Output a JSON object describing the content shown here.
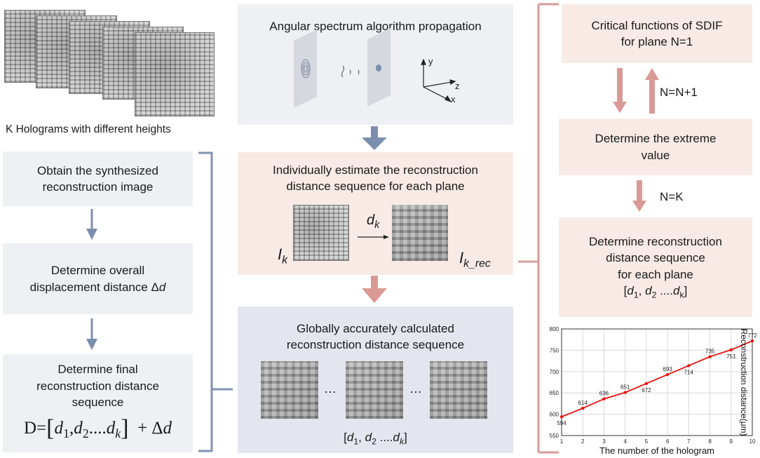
{
  "colors": {
    "blue_arrow": "#7b8fad",
    "pink_arrow": "#d99a96",
    "bracket_blue": "#7f93b2",
    "bracket_pink": "#d99a96",
    "red_line": "#e8120c"
  },
  "left": {
    "caption": "K Holograms with different heights",
    "box1": {
      "line1": "Obtain the synthesized",
      "line2": "reconstruction image"
    },
    "box2": {
      "line1": "Determine overall",
      "line2": "displacement distance Δ",
      "var": "d"
    },
    "box3": {
      "line1": "Determine final",
      "line2": "reconstruction  distance",
      "line3": "sequence"
    },
    "formula": {
      "prefix": "D=",
      "d1": "d",
      "s1": "1",
      "d2": "d",
      "s2": "2",
      "dots": "....",
      "dk": "d",
      "sk": "k",
      "suffix": "+ Δ",
      "suffix_var": "d"
    }
  },
  "center": {
    "box1": {
      "title": "Angular spectrum algorithm propagation",
      "axis_y": "y",
      "axis_z": "z",
      "axis_x": "x"
    },
    "box2": {
      "line1": "Individually estimate the reconstruction",
      "line2": "distance sequence for each plane",
      "ik": "I",
      "ik_sub": "k",
      "dk": "d",
      "dk_sub": "k",
      "ikrec": "I",
      "ikrec_sub": "k_rec"
    },
    "box3": {
      "line1": "Globally accurately calculated",
      "line2": "reconstruction distance sequence",
      "ellipsis": "…",
      "seq_open": "[",
      "d1": "d",
      "s1": "1",
      "sep": ", ",
      "d2": "d",
      "s2": "2",
      "dots": " ....",
      "dk": "d",
      "sk": "k",
      "seq_close": "]"
    }
  },
  "right": {
    "box1": {
      "line1": "Critical functions of SDIF",
      "line2": "for plane N=1"
    },
    "loop_label": "N=N+1",
    "box2": {
      "line1": "Determine the extreme",
      "line2": "value"
    },
    "nk_label": "N=K",
    "box3": {
      "line1": "Determine reconstruction",
      "line2": "distance sequence",
      "line3": "for each plane",
      "seq_open": "[",
      "d1": "d",
      "s1": "1",
      "sep": ", ",
      "d2": "d",
      "s2": "2",
      "dots": " ....",
      "dk": "d",
      "sk": "k",
      "seq_close": "]"
    }
  },
  "chart_data": {
    "type": "line",
    "x": [
      1,
      2,
      3,
      4,
      5,
      6,
      7,
      8,
      9,
      10
    ],
    "values": [
      594,
      614,
      636,
      651,
      672,
      693,
      714,
      735,
      751,
      772
    ],
    "point_labels": [
      "594",
      "614",
      "636",
      "651",
      "672",
      "693",
      "714",
      "735",
      "751",
      "772"
    ],
    "xlabel": "The number of the hologram",
    "ylabel": "Reconstruction distance(μm)",
    "xlim": [
      1,
      10
    ],
    "ylim": [
      550,
      800
    ],
    "xticks": [
      "1",
      "2",
      "3",
      "4",
      "5",
      "6",
      "7",
      "8",
      "9",
      "10"
    ],
    "yticks": [
      "550",
      "600",
      "650",
      "700",
      "750",
      "800"
    ],
    "grid": true,
    "line_color": "#e8120c"
  }
}
